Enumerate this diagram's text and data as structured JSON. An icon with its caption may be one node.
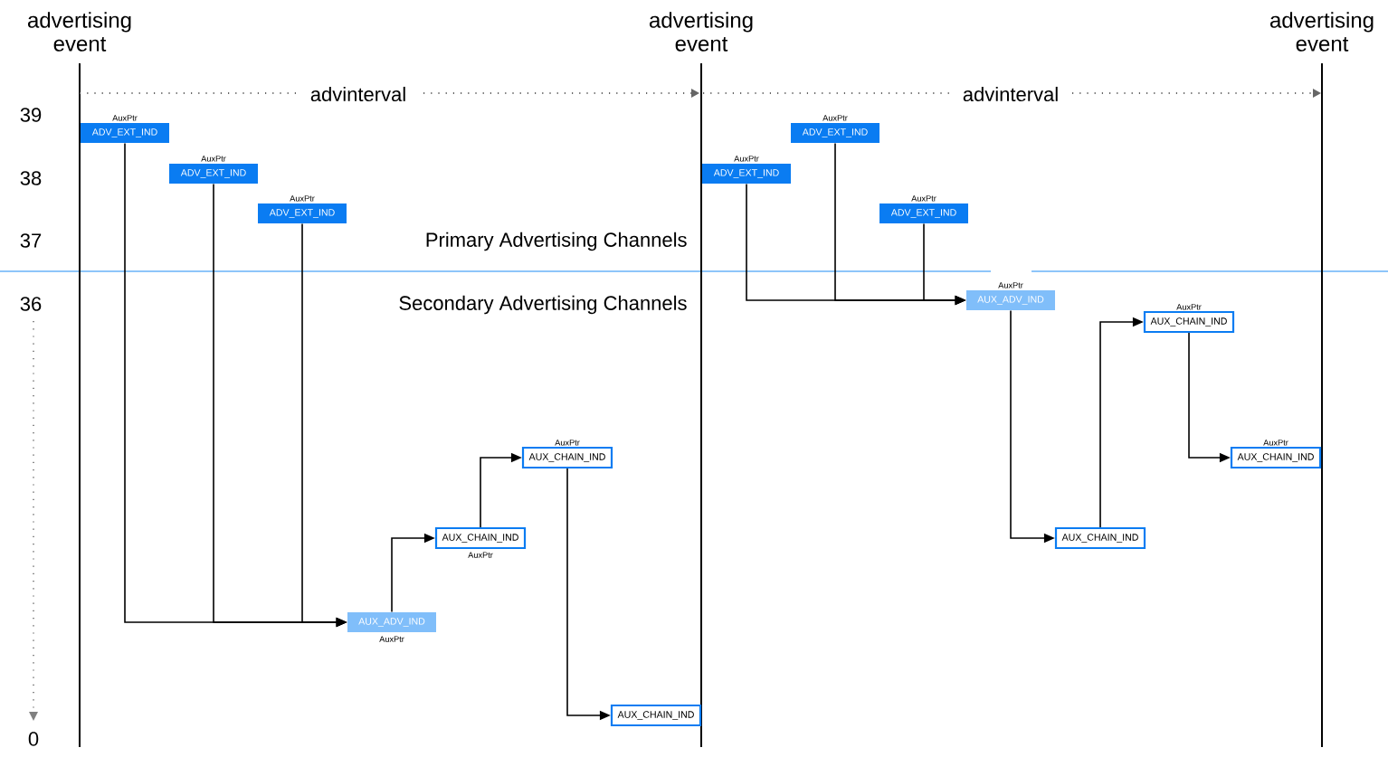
{
  "diagram": {
    "nodes": [
      {
        "text": [
          "ADV_EXT_IND"
        ],
        "beside": [
          "AuxPtr"
        ]
      },
      {
        "text": [
          "ADV_EXT_IND"
        ],
        "beside": [
          "AuxPtr"
        ]
      },
      {
        "text": [
          "ADV_EXT_IND"
        ],
        "beside": [
          "AuxPtr"
        ]
      },
      {
        "text": [
          "AUX_ADV_IND"
        ],
        "beside": [
          "AuxPtr"
        ]
      },
      {
        "text": [
          "AUX_CHAIN_IND"
        ],
        "beside": [
          "AuxPtr"
        ]
      },
      {
        "text": [
          "AUX_CHAIN_IND"
        ],
        "beside": [
          "AuxPtr"
        ]
      },
      {
        "text": [
          "AUX_CHAIN_IND"
        ]
      },
      {
        "text": [
          "ADV_EXT_IND"
        ],
        "beside": [
          "AuxPtr"
        ]
      },
      {
        "text": [
          "ADV_EXT_IND"
        ],
        "beside": [
          "AuxPtr"
        ]
      },
      {
        "text": [
          "ADV_EXT_IND"
        ],
        "beside": [
          "AuxPtr"
        ]
      },
      {
        "text": [
          "AUX_ADV_IND"
        ],
        "beside": [
          "AuxPtr"
        ]
      },
      {
        "text": [
          "AUX_CHAIN_IND"
        ]
      },
      {
        "text": [
          "AUX_CHAIN_IND"
        ],
        "beside": [
          "AuxPtr"
        ]
      },
      {
        "text": [
          "AUX_CHAIN_IND"
        ],
        "beside": [
          "AuxPtr"
        ]
      }
    ],
    "edges": [
      {
        "from": 0,
        "to": 3,
        "arrow": "to"
      },
      {
        "from": 1,
        "to": 3,
        "arrow": "to"
      },
      {
        "from": 2,
        "to": 3,
        "arrow": "to"
      },
      {
        "from": 3,
        "to": 4,
        "arrow": "to"
      },
      {
        "from": 4,
        "to": 5,
        "arrow": "to"
      },
      {
        "from": 5,
        "to": 6,
        "arrow": "to"
      },
      {
        "from": 7,
        "to": 10,
        "arrow": "to"
      },
      {
        "from": 8,
        "to": 10,
        "arrow": "to"
      },
      {
        "from": 9,
        "to": 10,
        "arrow": "to"
      },
      {
        "from": 10,
        "to": 11,
        "arrow": "to"
      },
      {
        "from": 11,
        "to": 12,
        "arrow": "to"
      },
      {
        "from": 12,
        "to": 13,
        "arrow": "to"
      }
    ],
    "labels": [
      "advertising event",
      "advertising event",
      "advertising event",
      "advinterval",
      "advinterval",
      "39",
      "38",
      "37",
      "Primary Advertising Channels",
      "36",
      "Secondary Advertising Channels",
      "0"
    ]
  }
}
